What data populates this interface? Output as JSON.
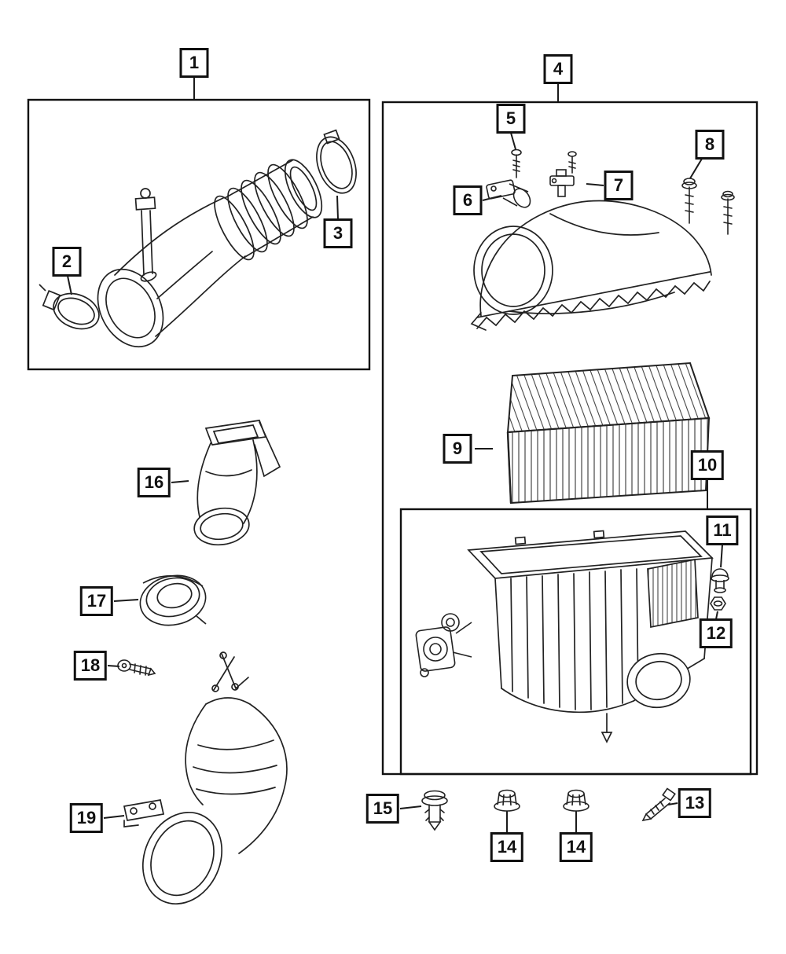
{
  "colors": {
    "line": "#222222",
    "background": "#ffffff",
    "callout_border": "#111111"
  },
  "callouts": {
    "c1": "1",
    "c2": "2",
    "c3": "3",
    "c4": "4",
    "c5": "5",
    "c6": "6",
    "c7": "7",
    "c8": "8",
    "c9": "9",
    "c10": "10",
    "c11": "11",
    "c12": "12",
    "c13": "13",
    "c14a": "14",
    "c14b": "14",
    "c15": "15",
    "c16": "16",
    "c17": "17",
    "c18": "18",
    "c19": "19"
  }
}
